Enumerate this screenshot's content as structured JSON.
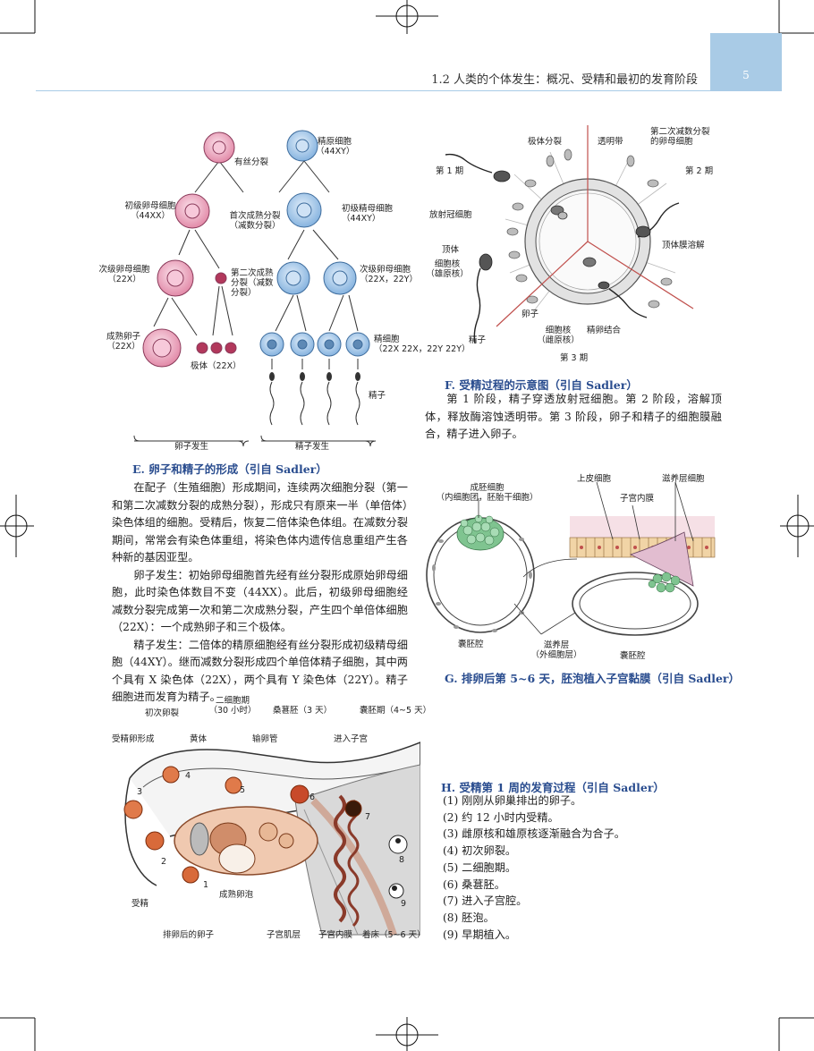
{
  "header": {
    "title": "1.2 人类的个体发生：概况、受精和最初的发育阶段",
    "page_number": "5",
    "accent_color": "#a9cbe6",
    "caption_color": "#2a4d8f"
  },
  "fig_e": {
    "labels": {
      "mitosis": "有丝分裂",
      "spermatogonium": "精原细胞",
      "spermatogonium_k": "（44XY）",
      "primary_oocyte": "初级卵母细胞",
      "primary_oocyte_k": "（44XX）",
      "first_division": "首次成熟分裂",
      "first_division_sub": "（减数分裂）",
      "primary_spermatocyte": "初级精母细胞",
      "primary_spermatocyte_k": "（44XY）",
      "secondary_oocyte": "次级卵母细胞",
      "secondary_oocyte_k": "（22X）",
      "second_division_1": "第二次成熟",
      "second_division_2": "分裂（减数",
      "second_division_3": "分裂）",
      "secondary_spermatocyte": "次级卵母细胞",
      "secondary_spermatocyte_k": "（22X，22Y）",
      "mature_egg": "成熟卵子",
      "mature_egg_k": "（22X）",
      "polar_body": "极体（22X）",
      "spermatid": "精细胞",
      "spermatid_k": "（22X 22X，22Y 22Y）",
      "sperm": "精子",
      "oogenesis": "卵子发生",
      "spermatogenesis": "精子发生"
    },
    "caption": "E. 卵子和精子的形成（引自 Sadler）",
    "paragraphs": [
      "在配子（生殖细胞）形成期间，连续两次细胞分裂（第一和第二次减数分裂的成熟分裂），形成只有原来一半（单倍体）染色体组的细胞。受精后，恢复二倍体染色体组。在减数分裂期间，常常会有染色体重组，将染色体内遗传信息重组产生各种新的基因亚型。",
      "卵子发生：初始卵母细胞首先经有丝分裂形成原始卵母细胞，此时染色体数目不变（44XX）。此后，初级卵母细胞经减数分裂完成第一次和第二次成熟分裂，产生四个单倍体细胞（22X）：一个成熟卵子和三个极体。",
      "精子发生：二倍体的精原细胞经有丝分裂形成初级精母细胞（44XY）。继而减数分裂形成四个单倍体精子细胞，其中两个具有 X 染色体（22X），两个具有 Y 染色体（22Y）。精子细胞进而发育为精子。"
    ]
  },
  "fig_f": {
    "labels": {
      "polar_body_division": "极体分裂",
      "zona": "透明带",
      "second_meiosis_1": "第二次减数分裂",
      "second_meiosis_2": "的卵母细胞",
      "phase1": "第 1 期",
      "phase2": "第 2 期",
      "corona": "放射冠细胞",
      "acrosome_lysis": "顶体膜溶解",
      "acrosome": "顶体",
      "nucleus_male_1": "细胞核",
      "nucleus_male_2": "（雄原核）",
      "egg": "卵子",
      "sperm": "精子",
      "nucleus_female_1": "细胞核",
      "nucleus_female_2": "（雌原核）",
      "sperm_binding": "精卵结合",
      "phase3": "第 3 期"
    },
    "caption": "F. 受精过程的示意图（引自 Sadler）",
    "paragraph": "第 1 阶段，精子穿透放射冠细胞。第 2 阶段，溶解顶体，释放酶溶蚀透明带。第 3 阶段，卵子和精子的细胞膜融合，精子进入卵子。"
  },
  "fig_g": {
    "labels": {
      "embryoblast_1": "成胚细胞",
      "embryoblast_2": "（内细胞团，胚胎干细胞）",
      "epithelium": "上皮细胞",
      "syncytio": "滋养层细胞",
      "endometrium": "子宫内膜",
      "blastocoel_left": "囊胚腔",
      "trophoblast_1": "滋养层",
      "trophoblast_2": "（外细胞层）",
      "blastocoel_right": "囊胚腔"
    },
    "caption": "G. 排卵后第 5~6 天，胚泡植入子宫黏膜（引自 Sadler）"
  },
  "fig_h_diagram": {
    "labels": {
      "two_cell_1": "二细胞期",
      "two_cell_2": "（30 小时）",
      "first_cleavage": "初次卵裂",
      "morula": "桑葚胚（3 天）",
      "blastocyst": "囊胚期（4~5 天）",
      "zygote": "受精卵形成",
      "corpus_luteum": "黄体",
      "oviduct": "输卵管",
      "enter_uterus": "进入子宫",
      "fertilization": "受精",
      "mature_follicle": "成熟卵泡",
      "ovulated_egg": "排卵后的卵子",
      "myometrium": "子宫肌层",
      "endometrium": "子宫内膜",
      "implantation": "着床（5~6 天）"
    },
    "numbers": [
      "1",
      "2",
      "3",
      "4",
      "5",
      "6",
      "7",
      "8",
      "9"
    ]
  },
  "fig_h": {
    "caption": "H. 受精第 1 周的发育过程（引自 Sadler）",
    "items": [
      "(1) 刚刚从卵巢排出的卵子。",
      "(2) 约 12 小时内受精。",
      "(3) 雌原核和雄原核逐渐融合为合子。",
      "(4) 初次卵裂。",
      "(5) 二细胞期。",
      "(6) 桑葚胚。",
      "(7) 进入子宫腔。",
      "(8) 胚泡。",
      "(9) 早期植入。"
    ]
  }
}
